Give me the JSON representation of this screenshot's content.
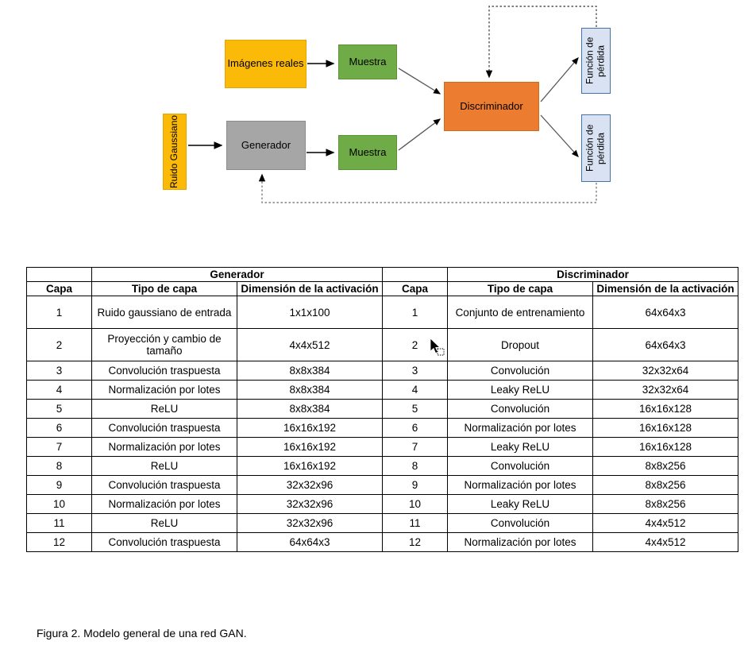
{
  "diagram": {
    "nodes": {
      "imagenes_reales": "Imágenes reales",
      "muestra_real": "Muestra",
      "ruido_gaussiano": "Ruido Gaussiano",
      "generador": "Generador",
      "muestra_fake": "Muestra",
      "discriminador": "Discriminador",
      "perdida_top": "Función de pérdida",
      "perdida_bottom": "Función de pérdida"
    },
    "colors": {
      "yellow": "#FCBA08",
      "green": "#6FAB46",
      "gray": "#A6A6A6",
      "orange": "#EC7C30",
      "blue_fill": "#D9E2F3",
      "blue_border": "#4472A8",
      "arrow": "#000000",
      "dashed": "#808080"
    }
  },
  "table": {
    "group_headers": {
      "blank_left": "",
      "generador": "Generador",
      "blank_mid": "",
      "discriminador": "Discriminador"
    },
    "column_headers": {
      "capa": "Capa",
      "tipo_de_capa": "Tipo de capa",
      "dimension": "Dimensión de la activación"
    },
    "generador_rows": [
      {
        "capa": "1",
        "tipo": "Ruido gaussiano de entrada",
        "dim": "1x1x100"
      },
      {
        "capa": "2",
        "tipo": "Proyección y cambio de tamaño",
        "dim": "4x4x512"
      },
      {
        "capa": "3",
        "tipo": "Convolución traspuesta",
        "dim": "8x8x384"
      },
      {
        "capa": "4",
        "tipo": "Normalización por lotes",
        "dim": "8x8x384"
      },
      {
        "capa": "5",
        "tipo": "ReLU",
        "dim": "8x8x384"
      },
      {
        "capa": "6",
        "tipo": "Convolución traspuesta",
        "dim": "16x16x192"
      },
      {
        "capa": "7",
        "tipo": "Normalización por lotes",
        "dim": "16x16x192"
      },
      {
        "capa": "8",
        "tipo": "ReLU",
        "dim": "16x16x192"
      },
      {
        "capa": "9",
        "tipo": "Convolución traspuesta",
        "dim": "32x32x96"
      },
      {
        "capa": "10",
        "tipo": "Normalización por lotes",
        "dim": "32x32x96"
      },
      {
        "capa": "11",
        "tipo": "ReLU",
        "dim": "32x32x96"
      },
      {
        "capa": "12",
        "tipo": "Convolución traspuesta",
        "dim": "64x64x3"
      }
    ],
    "discriminador_rows": [
      {
        "capa": "1",
        "tipo": "Conjunto de entrenamiento",
        "dim": "64x64x3"
      },
      {
        "capa": "2",
        "tipo": "Dropout",
        "dim": "64x64x3"
      },
      {
        "capa": "3",
        "tipo": "Convolución",
        "dim": "32x32x64"
      },
      {
        "capa": "4",
        "tipo": "Leaky ReLU",
        "dim": "32x32x64"
      },
      {
        "capa": "5",
        "tipo": "Convolución",
        "dim": "16x16x128"
      },
      {
        "capa": "6",
        "tipo": "Normalización por lotes",
        "dim": "16x16x128"
      },
      {
        "capa": "7",
        "tipo": "Leaky ReLU",
        "dim": "16x16x128"
      },
      {
        "capa": "8",
        "tipo": "Convolución",
        "dim": "8x8x256"
      },
      {
        "capa": "9",
        "tipo": "Normalización por lotes",
        "dim": "8x8x256"
      },
      {
        "capa": "10",
        "tipo": "Leaky ReLU",
        "dim": "8x8x256"
      },
      {
        "capa": "11",
        "tipo": "Convolución",
        "dim": "4x4x512"
      },
      {
        "capa": "12",
        "tipo": "Normalización por lotes",
        "dim": "4x4x512"
      }
    ]
  },
  "caption": "Figura 2. Modelo general de una red GAN."
}
